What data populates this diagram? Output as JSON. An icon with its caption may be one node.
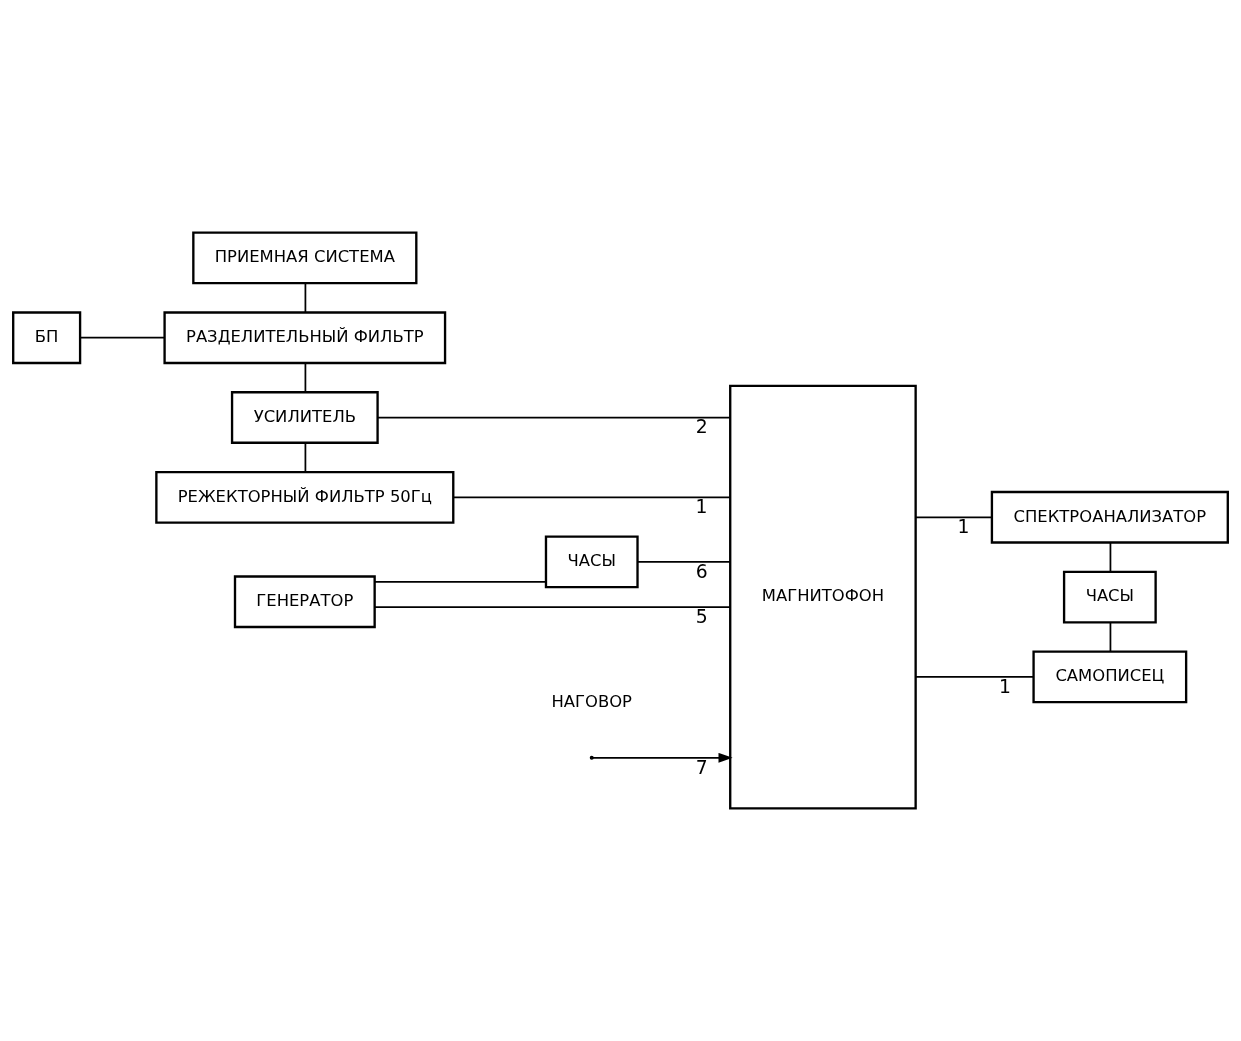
{
  "diagram": {
    "nodes": [
      {
        "text": [
          "ПРИЕМНАЯ СИСТЕМА"
        ]
      },
      {
        "text": [
          "БП"
        ]
      },
      {
        "text": [
          "РАЗДЕЛИТЕЛЬНЫЙ ФИЛЬТР"
        ]
      },
      {
        "text": [
          "УСИЛИТЕЛЬ"
        ]
      },
      {
        "text": [
          "РЕЖЕКТОРНЫЙ ФИЛЬТР 50Гц"
        ]
      },
      {
        "text": [
          "ГЕНЕРАТОР"
        ]
      },
      {
        "text": [
          "ЧАСЫ"
        ]
      },
      {
        "text": [
          "МАГНИТОФОН"
        ]
      },
      {
        "text": [
          "СПЕКТРОАНАЛИЗАТОР"
        ]
      },
      {
        "text": [
          "ЧАСЫ"
        ]
      },
      {
        "text": [
          "САМОПИСЕЦ"
        ]
      }
    ],
    "edges": [
      {
        "from": 0,
        "to": 2,
        "arrow": "none"
      },
      {
        "from": 1,
        "to": 2,
        "arrow": "none"
      },
      {
        "from": 2,
        "to": 3,
        "arrow": "none"
      },
      {
        "from": 3,
        "to": 4,
        "arrow": "none"
      },
      {
        "from": 3,
        "to": 7,
        "arrow": "none",
        "label": "2"
      },
      {
        "from": 4,
        "to": 7,
        "arrow": "none",
        "label": "1"
      },
      {
        "from": 5,
        "to": 7,
        "arrow": "none",
        "label": "5"
      },
      {
        "from": 5,
        "to": 6,
        "arrow": "none"
      },
      {
        "from": 6,
        "to": 7,
        "arrow": "none",
        "label": "6"
      },
      {
        "from": null,
        "to": 7,
        "arrow": "to",
        "label": "7"
      },
      {
        "from": 7,
        "to": 8,
        "arrow": "none",
        "label": "1"
      },
      {
        "from": 8,
        "to": 9,
        "arrow": "none"
      },
      {
        "from": 9,
        "to": 10,
        "arrow": "none"
      },
      {
        "from": 7,
        "to": 10,
        "arrow": "none",
        "label": "1"
      }
    ],
    "labels": [
      "НАГОВОР"
    ]
  }
}
